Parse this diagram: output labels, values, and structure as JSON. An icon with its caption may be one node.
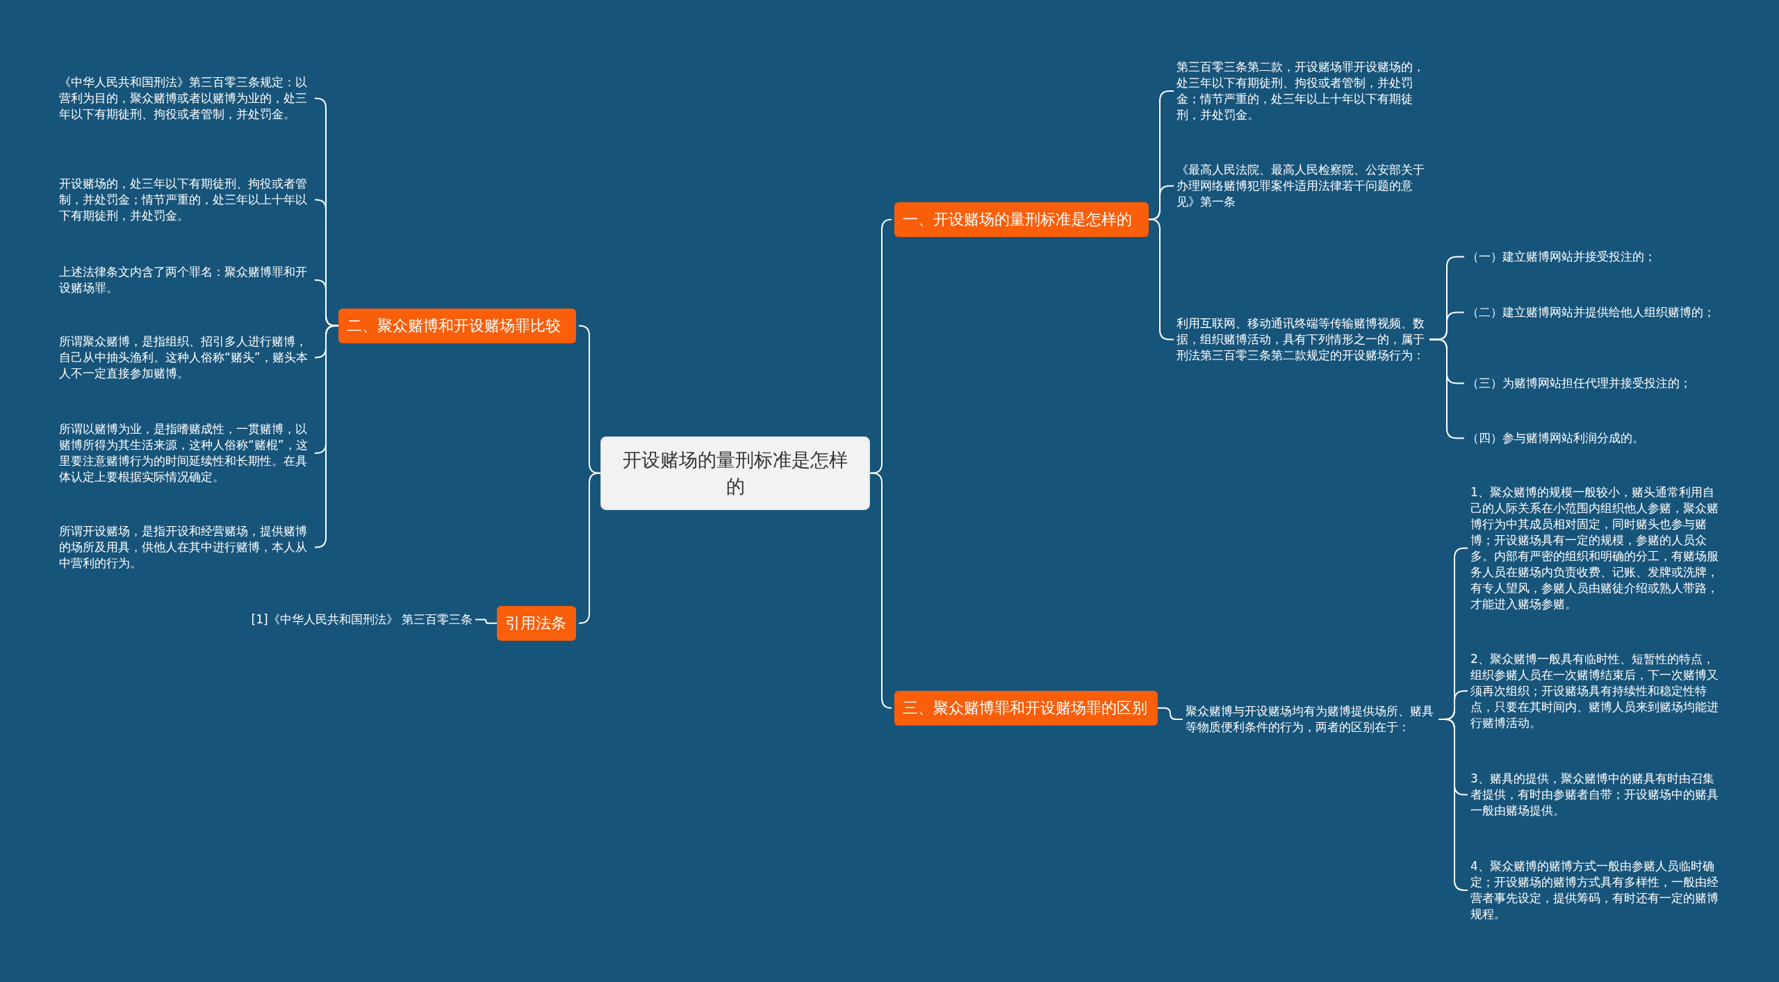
{
  "diagram": {
    "nodes": [
      {
        "text": [
          "开设赌场的量刑标准是怎样的"
        ]
      },
      {
        "text": [
          "一、开设赌场的量刑标准是怎样的"
        ]
      },
      {
        "text": [
          "第三百零三条第二款，开设赌场罪开设赌场的，处三年以下有期徒刑、拘役或者管制，并处罚金；情节严重的，处三年以上十年以下有期徒刑，并处罚金。"
        ]
      },
      {
        "text": [
          "《最高人民法院、最高人民检察院、公安部关于办理网络赌博犯罪案件适用法律若干问题的意见》第一条"
        ]
      },
      {
        "text": [
          "利用互联网、移动通讯终端等传输赌博视频、数据，组织赌博活动，具有下列情形之一的，属于刑法第三百零三条第二款规定的开设赌场行为："
        ]
      },
      {
        "text": [
          "（一）建立赌博网站并接受投注的；"
        ]
      },
      {
        "text": [
          "（二）建立赌博网站并提供给他人组织赌博的；"
        ]
      },
      {
        "text": [
          "（三）为赌博网站担任代理并接受投注的；"
        ]
      },
      {
        "text": [
          "（四）参与赌博网站利润分成的。"
        ]
      },
      {
        "text": [
          "三、聚众赌博罪和开设赌场罪的区别"
        ]
      },
      {
        "text": [
          "聚众赌博与开设赌场均有为赌博提供场所、赌具等物质便利条件的行为，两者的区别在于："
        ]
      },
      {
        "text": [
          "1、聚众赌博的规模一般较小，赌头通常利用自己的人际关系在小范围内组织他人参赌，聚众赌博行为中其成员相对固定，同时赌头也参与赌博；开设赌场具有一定的规模，参赌的人员众多。内部有严密的组织和明确的分工，有赌场服务人员在赌场内负责收费、记账、发牌或洗牌，有专人望风，参赌人员由赌徒介绍或熟人带路，才能进入赌场参赌。"
        ]
      },
      {
        "text": [
          "2、聚众赌博一般具有临时性、短暂性的特点，组织参赌人员在一次赌博结束后，下一次赌博又须再次组织；开设赌场具有持续性和稳定性特点，只要在其时间内、赌博人员来到赌场均能进行赌博活动。"
        ]
      },
      {
        "text": [
          "3、赌具的提供，聚众赌博中的赌具有时由召集者提供，有时由参赌者自带；开设赌场中的赌具一般由赌场提供。"
        ]
      },
      {
        "text": [
          "4、聚众赌博的赌博方式一般由参赌人员临时确定；开设赌场的赌博方式具有多样性，一般由经营者事先设定，提供筹码，有时还有一定的赌博规程。"
        ]
      },
      {
        "text": [
          "二、聚众赌博和开设赌场罪比较"
        ]
      },
      {
        "text": [
          "《中华人民共和国刑法》第三百零三条规定：以营利为目的，聚众赌博或者以赌博为业的，处三年以下有期徒刑、拘役或者管制，并处罚金。"
        ]
      },
      {
        "text": [
          "开设赌场的，处三年以下有期徒刑、拘役或者管制，并处罚金；情节严重的，处三年以上十年以下有期徒刑，并处罚金。"
        ]
      },
      {
        "text": [
          "上述法律条文内含了两个罪名：聚众赌博罪和开设赌场罪。"
        ]
      },
      {
        "text": [
          "所谓聚众赌博，是指组织、招引多人进行赌博，自己从中抽头渔利。这种人俗称“赌头”，赌头本人不一定直接参加赌博。"
        ]
      },
      {
        "text": [
          "所谓以赌博为业，是指嗜赌成性，一贯赌博，以赌博所得为其生活来源，这种人俗称“赌棍”，这里要注意赌博行为的时间延续性和长期性。在具体认定上要根据实际情况确定。"
        ]
      },
      {
        "text": [
          "所谓开设赌场，是指开设和经营赌场，提供赌博的场所及用具，供他人在其中进行赌博，本人从中营利的行为。"
        ]
      },
      {
        "text": [
          "引用法条"
        ]
      },
      {
        "text": [
          "[1]《中华人民共和国刑法》 第三百零三条"
        ]
      }
    ],
    "edges": [
      {
        "from": 0,
        "to": 1,
        "arrow": "none"
      },
      {
        "from": 1,
        "to": 2,
        "arrow": "none"
      },
      {
        "from": 1,
        "to": 3,
        "arrow": "none"
      },
      {
        "from": 1,
        "to": 4,
        "arrow": "none"
      },
      {
        "from": 4,
        "to": 5,
        "arrow": "none"
      },
      {
        "from": 4,
        "to": 6,
        "arrow": "none"
      },
      {
        "from": 4,
        "to": 7,
        "arrow": "none"
      },
      {
        "from": 4,
        "to": 8,
        "arrow": "none"
      },
      {
        "from": 0,
        "to": 9,
        "arrow": "none"
      },
      {
        "from": 9,
        "to": 10,
        "arrow": "none"
      },
      {
        "from": 10,
        "to": 11,
        "arrow": "none"
      },
      {
        "from": 10,
        "to": 12,
        "arrow": "none"
      },
      {
        "from": 10,
        "to": 13,
        "arrow": "none"
      },
      {
        "from": 10,
        "to": 14,
        "arrow": "none"
      },
      {
        "from": 0,
        "to": 15,
        "arrow": "none"
      },
      {
        "from": 15,
        "to": 16,
        "arrow": "none"
      },
      {
        "from": 15,
        "to": 17,
        "arrow": "none"
      },
      {
        "from": 15,
        "to": 18,
        "arrow": "none"
      },
      {
        "from": 15,
        "to": 19,
        "arrow": "none"
      },
      {
        "from": 15,
        "to": 20,
        "arrow": "none"
      },
      {
        "from": 15,
        "to": 21,
        "arrow": "none"
      },
      {
        "from": 0,
        "to": 22,
        "arrow": "none"
      },
      {
        "from": 22,
        "to": 23,
        "arrow": "none"
      }
    ]
  }
}
